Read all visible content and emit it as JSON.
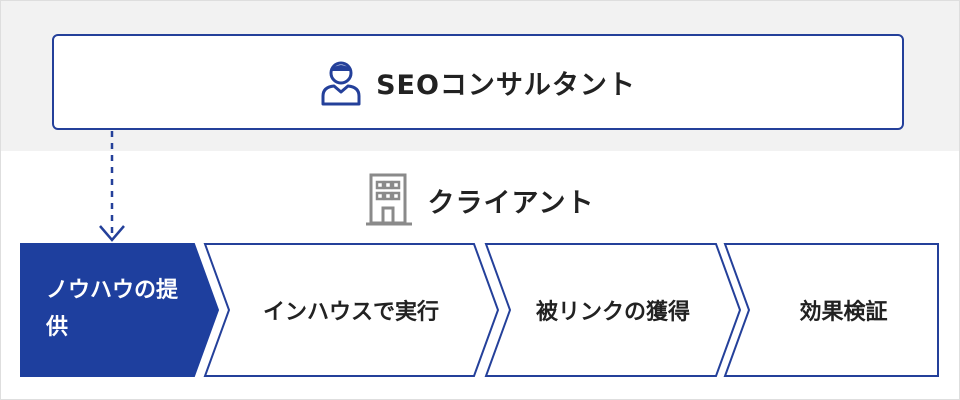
{
  "consultant": {
    "label": "SEOコンサルタント",
    "icon": "person-icon"
  },
  "client": {
    "label": "クライアント",
    "icon": "building-icon"
  },
  "steps": [
    {
      "label": "ノウハウの提供",
      "active": true
    },
    {
      "label": "インハウスで実行",
      "active": false
    },
    {
      "label": "被リンクの獲得",
      "active": false
    },
    {
      "label": "効果検証",
      "active": false
    }
  ],
  "colors": {
    "accent": "#1e3f9e",
    "border": "#24409a",
    "band": "#f2f2f2",
    "text": "#222222",
    "icon_gray": "#8a8a8a"
  }
}
